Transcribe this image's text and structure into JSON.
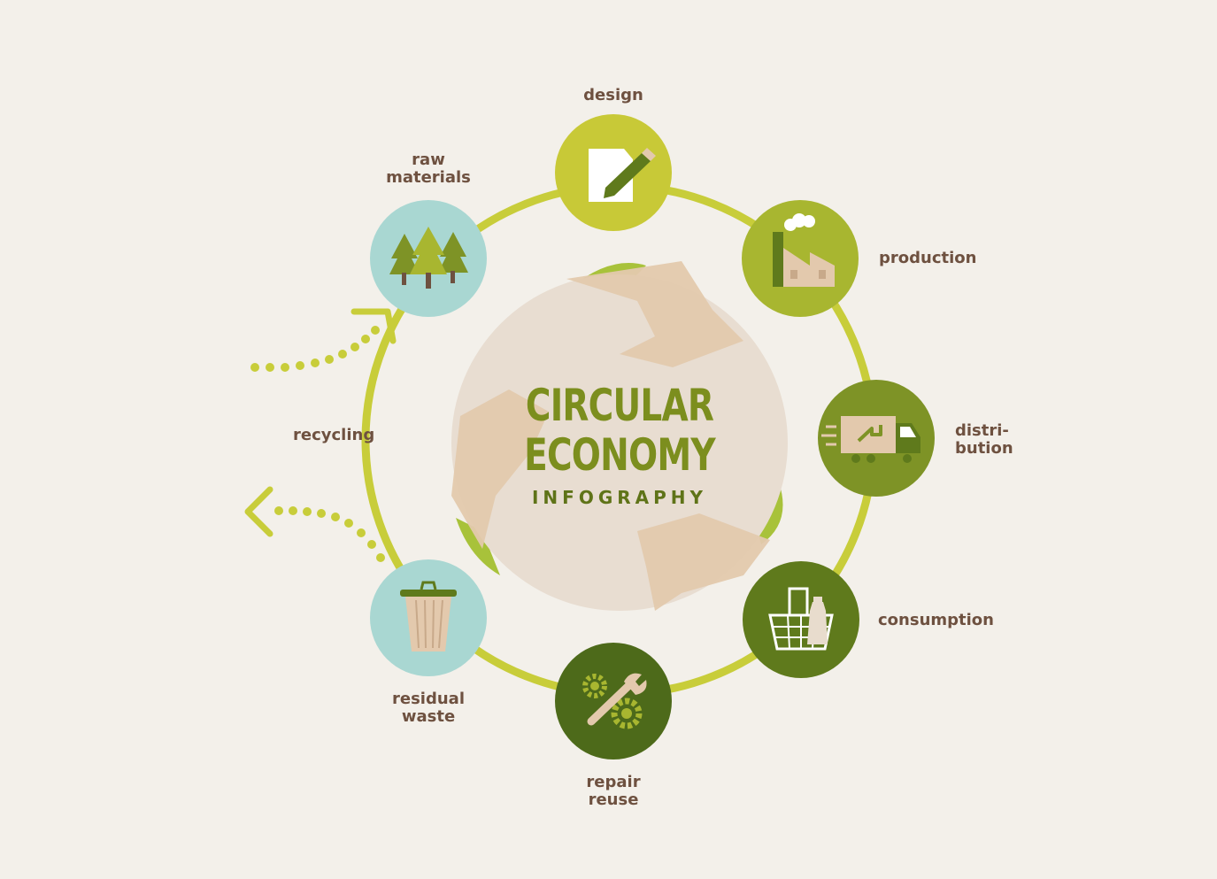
{
  "title": {
    "line1": "CIRCULAR",
    "line2": "ECONOMY",
    "line3": "INFOGRAPHY"
  },
  "stages": [
    {
      "id": "design",
      "label_lines": [
        "design"
      ],
      "icon": "pencil-paper-icon",
      "color": "#c8c937"
    },
    {
      "id": "production",
      "label_lines": [
        "production"
      ],
      "icon": "factory-icon",
      "color": "#a8b630"
    },
    {
      "id": "distribution",
      "label_lines": [
        "distri-",
        "bution"
      ],
      "icon": "delivery-truck-icon",
      "color": "#7e9326"
    },
    {
      "id": "consumption",
      "label_lines": [
        "consumption"
      ],
      "icon": "shopping-basket-icon",
      "color": "#5f7a1c"
    },
    {
      "id": "repair-reuse",
      "label_lines": [
        "repair",
        "reuse"
      ],
      "icon": "wrench-gears-icon",
      "color": "#4d6a1a"
    },
    {
      "id": "residual-waste",
      "label_lines": [
        "residual",
        "waste"
      ],
      "icon": "trash-bin-icon",
      "color": "#a9d7d2"
    },
    {
      "id": "raw-materials",
      "label_lines": [
        "raw",
        "materials"
      ],
      "icon": "trees-icon",
      "color": "#a9d7d2"
    }
  ],
  "recycling_label": "recycling",
  "colors": {
    "background": "#f3f0ea",
    "ring": "#c8cd3a",
    "label_text": "#6e5140",
    "title": "#7c8e1e",
    "center_disc": "#e8ddd1",
    "center_arrows": "#e3c9ad"
  }
}
